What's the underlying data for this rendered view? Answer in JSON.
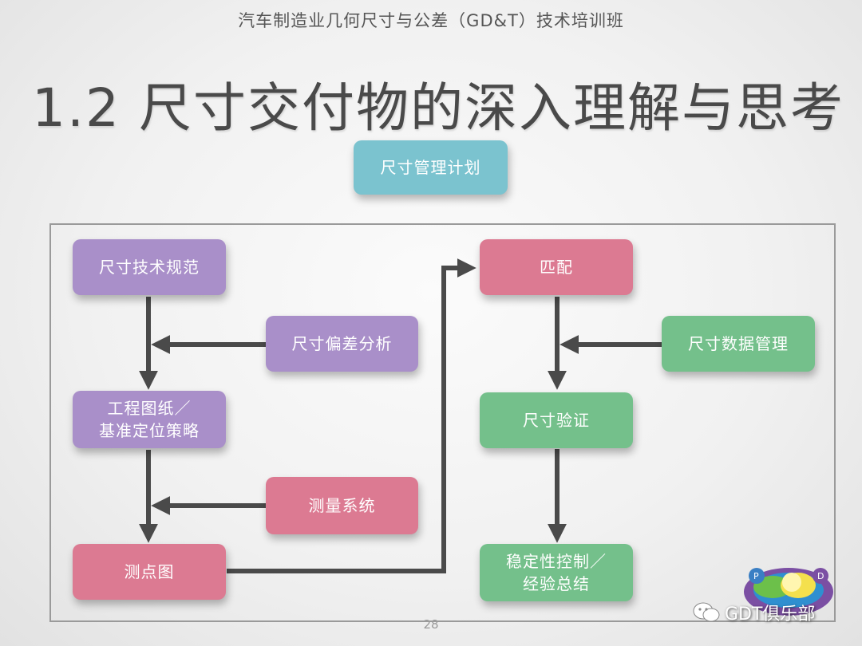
{
  "header": "汽车制造业几何尺寸与公差（GD&T）技术培训班",
  "title": "1.2 尺寸交付物的深入理解与思考",
  "top_box": "尺寸管理计划",
  "left_column": {
    "spec": "尺寸技术规范",
    "deviation": "尺寸偏差分析",
    "drawing_line1": "工程图纸／",
    "drawing_line2": "基准定位策略",
    "measurement": "测量系统",
    "points": "测点图"
  },
  "right_column": {
    "matching": "匹配",
    "data_mgmt": "尺寸数据管理",
    "verification": "尺寸验证",
    "control_line1": "稳定性控制／",
    "control_line2": "经验总结"
  },
  "page_number": "28",
  "brand": "GDT俱乐部",
  "logo_letters": {
    "p": "P",
    "d": "D"
  },
  "colors": {
    "purple": "#a98fc9",
    "pink": "#dc7a92",
    "green": "#74c08b",
    "teal": "#7bc3cf",
    "arrow": "#4a4a4a"
  }
}
